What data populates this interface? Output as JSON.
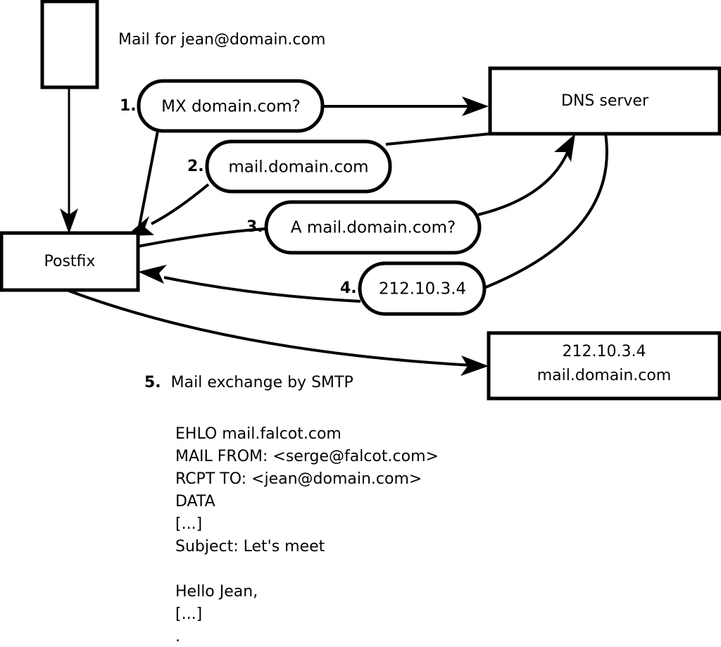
{
  "diagram": {
    "title_label": "Mail for jean@domain.com",
    "nodes": {
      "client": {
        "label": ""
      },
      "postfix": {
        "label": "Postfix"
      },
      "dns_server": {
        "label": "DNS server"
      },
      "remote_server": {
        "line1": "212.10.3.4",
        "line2": "mail.domain.com"
      }
    },
    "steps": [
      {
        "num": "1.",
        "label": "MX domain.com?"
      },
      {
        "num": "2.",
        "label": "mail.domain.com"
      },
      {
        "num": "3.",
        "label": "A mail.domain.com?"
      },
      {
        "num": "4.",
        "label": "212.10.3.4"
      }
    ],
    "caption": {
      "num": "5.",
      "text": "Mail exchange by SMTP"
    },
    "smtp_transcript": [
      "EHLO mail.falcot.com",
      "MAIL FROM: <serge@falcot.com>",
      "RCPT TO: <jean@domain.com>",
      "DATA",
      "[...]",
      "Subject: Let's meet",
      "",
      "Hello Jean,",
      "[...]",
      "."
    ],
    "colors": {
      "stroke": "#000000",
      "fill": "#ffffff",
      "text": "#000000"
    }
  }
}
